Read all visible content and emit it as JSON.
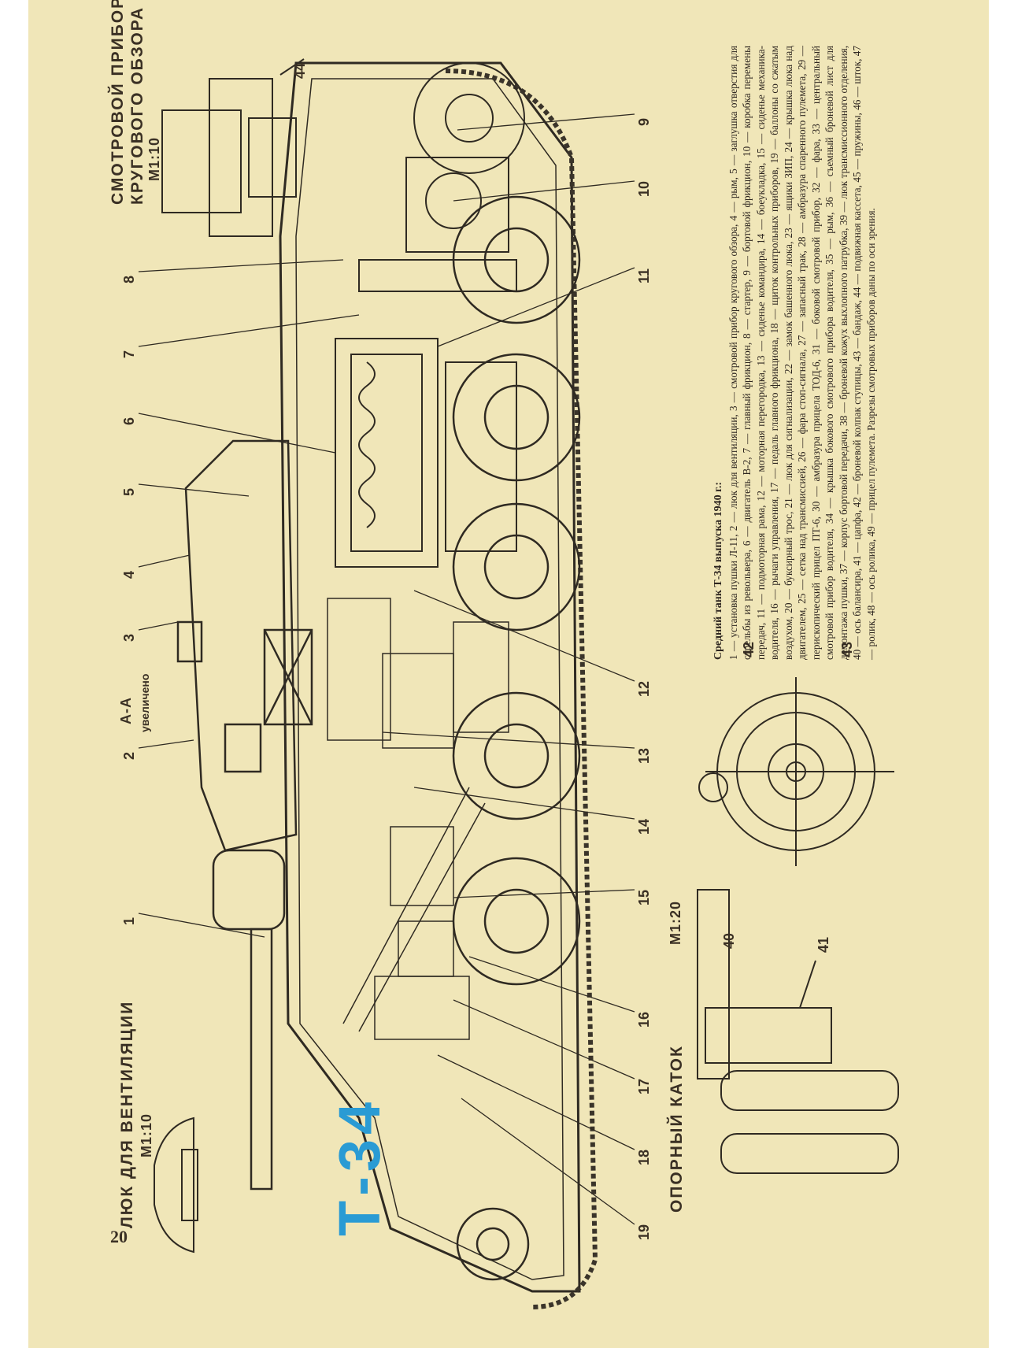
{
  "page_number": "20",
  "brand_title": "Т-34",
  "inset_top": {
    "title": "СМОТРОВОЙ ПРИБОР",
    "title2": "КРУГОВОГО ОБЗОРА",
    "scale": "М1:10",
    "callout": "44"
  },
  "inset_vent": {
    "title": "ЛЮК ДЛЯ ВЕНТИЛЯЦИИ",
    "scale": "М1:10"
  },
  "inset_wheel": {
    "title": "ОПОРНЫЙ КАТОК",
    "scale": "М1:20",
    "callouts": [
      "40",
      "41",
      "42",
      "43"
    ]
  },
  "section_label": {
    "title": "А-А",
    "subtitle": "увеличено"
  },
  "callouts": [
    "1",
    "2",
    "3",
    "4",
    "5",
    "6",
    "7",
    "8",
    "9",
    "10",
    "11",
    "12",
    "13",
    "14",
    "15",
    "16",
    "17",
    "18",
    "19"
  ],
  "legend": {
    "title": "Средний танк Т-34 выпуска 1940 г.:",
    "text": "1 — установка пушки Л-11, 2 — люк для вентиляции, 3 — смотровой прибор кругового обзора, 4 — рым, 5 — заглушка отверстия для стрельбы из револьвера, 6 — двигатель В-2, 7 — главный фрикцион, 8 — стартер, 9 — бортовой фрикцион, 10 — коробка перемены передач, 11 — подмоторная рама, 12 — моторная перегородка, 13 — сиденье командира, 14 — боеукладка, 15 — сиденье механика-водителя, 16 — рычаги управления, 17 — педаль главного фрикциона, 18 — щиток контрольных приборов, 19 — баллоны со сжатым воздухом, 20 — буксирный трос, 21 — люк для сигнализации, 22 — замок башенного люка, 23 — ящики ЗИП, 24 — крышка люка над двигателем, 25 — сетка над трансмиссией, 26 — фара стоп-сигнала, 27 — запасный трак, 28 — амбразура спаренного пулемета, 29 — перископический прицел ПТ-6, 30 — амбразура прицела ТОД-6, 31 — боковой смотровой прибор, 32 — фара, 33 — центральный смотровой прибор водителя, 34 — крышка бокового смотрового прибора водителя, 35 — рым, 36 — съемный броневой лист для демонтажа пушки, 37 — корпус бортовой передачи, 38 — броневой кожух выхлопного патрубка, 39 — люк трансмиссионного отделения, 40 — ось балансира, 41 — цапфа, 42 — броневой колпак ступицы, 43 — бандаж, 44 — подвижная кассета, 45 — пружины, 46 — шток, 47 — ролик, 48 — ось ролика, 49 — прицел пулемета. Разрезы смотровых приборов даны по оси зрения."
  },
  "colors": {
    "paper": "#f0e6b8",
    "ink": "#2f2a22",
    "brand": "#2a9bd4"
  }
}
